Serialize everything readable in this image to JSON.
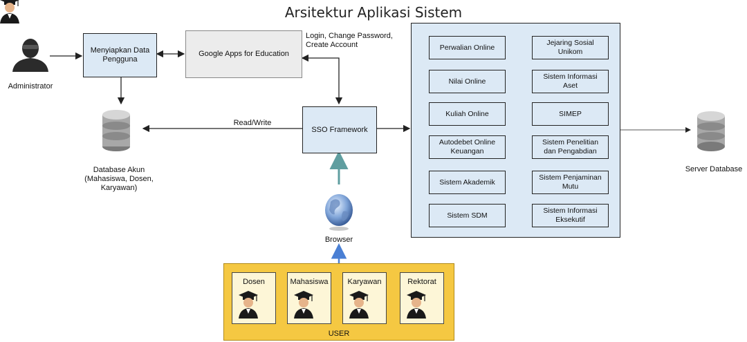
{
  "title": "Arsitektur Aplikasi Sistem",
  "left": {
    "administrator": "Administrator",
    "prepare_data": "Menyiapkan Data Pengguna",
    "google_apps": "Google Apps for Education",
    "google_edge_label": "Login, Change Password, Create Account",
    "read_write": "Read/Write",
    "database_label": "Database Akun (Mahasiswa, Dosen, Karyawan)",
    "sso": "SSO Framework",
    "browser": "Browser"
  },
  "apps": [
    {
      "label": "Perwalian Online"
    },
    {
      "label": "Jejaring Sosial Unikom"
    },
    {
      "label": "Nilai Online"
    },
    {
      "label": "Sistem Informasi Aset"
    },
    {
      "label": "Kuliah Online"
    },
    {
      "label": "SIMEP"
    },
    {
      "label": "Autodebet Online Keuangan"
    },
    {
      "label": "Sistem  Penelitian dan Pengabdian"
    },
    {
      "label": "Sistem Akademik"
    },
    {
      "label": "Sistem Penjaminan Mutu"
    },
    {
      "label": "Sistem SDM"
    },
    {
      "label": "Sistem Informasi Eksekutif"
    }
  ],
  "server_database": "Server Database",
  "users": {
    "group_label": "USER",
    "roles": [
      "Dosen",
      "Mahasiswa",
      "Karyawan",
      "Rektorat"
    ]
  },
  "colors": {
    "box_blue": "#dce9f5",
    "user_panel": "#f5c842",
    "arrow_teal": "#5f9ea0",
    "arrow_blue": "#4a7fd4"
  }
}
